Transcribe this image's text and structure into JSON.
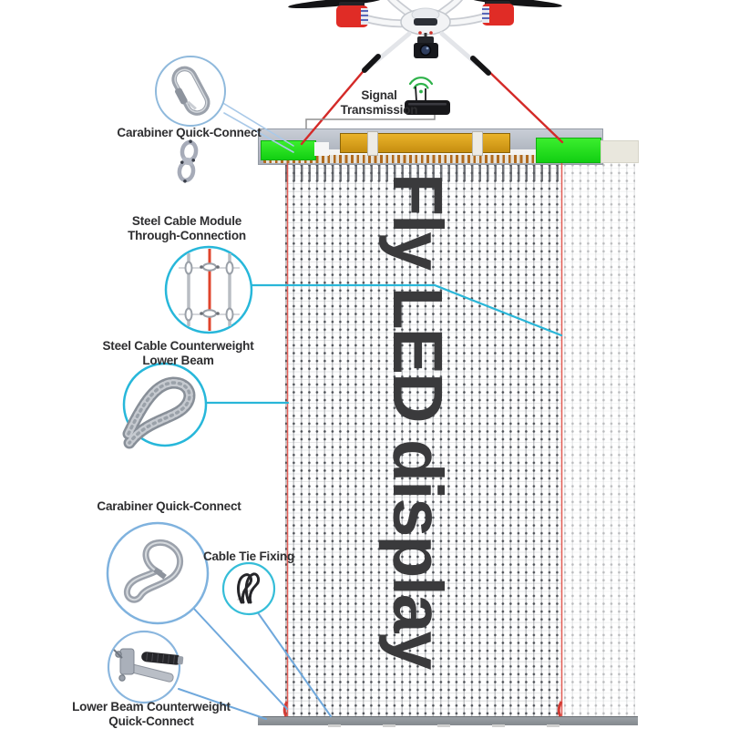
{
  "watermark": {
    "text": "Fly LED display",
    "color": "#3a3a3c"
  },
  "signal": {
    "label_line1": "Signal",
    "label_line2": "Transmission"
  },
  "callouts": {
    "carabiner_top": {
      "label": "Carabiner Quick-Connect"
    },
    "steel_cable_module": {
      "label_line1": "Steel Cable Module",
      "label_line2": "Through-Connection"
    },
    "steel_cable_counterweight": {
      "label_line1": "Steel Cable Counterweight",
      "label_line2": "Lower Beam"
    },
    "carabiner_lower": {
      "label": "Carabiner Quick-Connect"
    },
    "cable_tie": {
      "label": "Cable Tie Fixing"
    },
    "lower_beam_counterweight": {
      "label_line1": "Lower Beam Counterweight",
      "label_line2": "Quick-Connect"
    }
  },
  "icons": {
    "drone": "quadcopter-drone",
    "wifi": "wifi-signal-arcs",
    "router": "receiver-box",
    "carabiner_top": "screw-lock-carabiner",
    "clamp": "double-tube-clamp",
    "module": "cable-module-through-connection",
    "rope": "steel-wire-rope-loop",
    "carabiner_lower": "snap-hook-carabiner",
    "cable_ties": "black-cable-ties",
    "quick_connect": "lower-beam-counterweight-connector"
  },
  "colors": {
    "accent_cyan": "#29b6d8",
    "accent_light_blue": "#9fc4e6",
    "accent_blue": "#6fa8dc",
    "cable_red": "#d42a28",
    "curtain_cable_red": "#e05048",
    "beam_green": "#1ddd1d",
    "beam_gold": "#d49a14",
    "beam_gray": "#b6bcc6",
    "bottom_beam_gray": "#8a8f94",
    "label_text": "#2e2e30",
    "watermark_text": "#3a3a3c"
  }
}
